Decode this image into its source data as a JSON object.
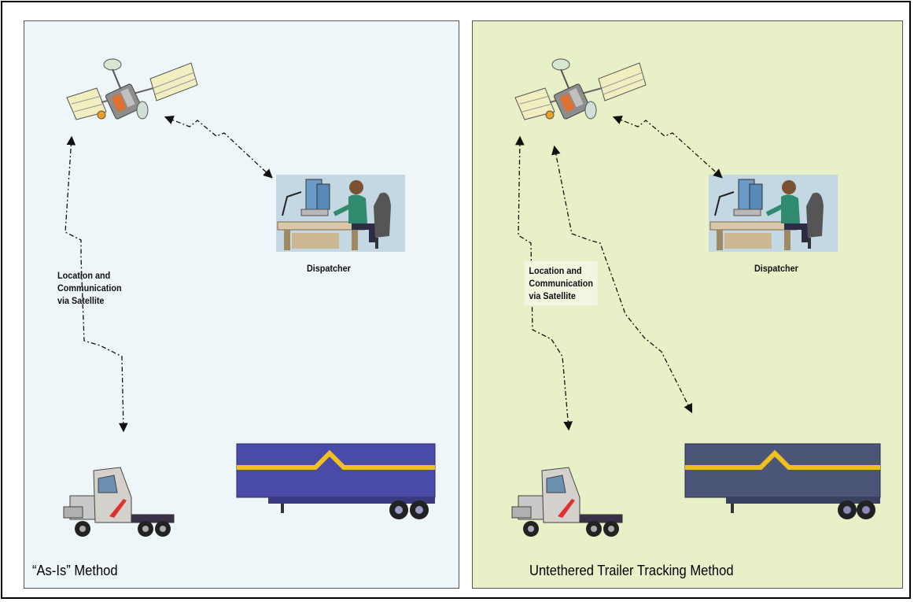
{
  "panels": [
    {
      "id": "as-is",
      "title": "“As-Is” Method",
      "dispatcher_label": "Dispatcher",
      "link_label": "Location and\nCommunication\nvia Satellite",
      "background": "#eef6f9"
    },
    {
      "id": "untethered",
      "title": "Untethered Trailer Tracking Method",
      "dispatcher_label": "Dispatcher",
      "link_label": "Location and\nCommunication\nvia Satellite",
      "background": "#e7f0c6"
    }
  ],
  "colors": {
    "trailer_body": "#4a4aa8",
    "trailer_body_alt": "#4b5578",
    "trailer_stripe": "#f0c020",
    "satellite_panel": "#f1eec0",
    "truck_cab": "#cfcfcf",
    "truck_stripe": "#e03030",
    "dispatcher_shirt": "#2f8a6e"
  },
  "icons": [
    "satellite-icon",
    "dispatcher-icon",
    "truck-cab-icon",
    "trailer-icon"
  ]
}
